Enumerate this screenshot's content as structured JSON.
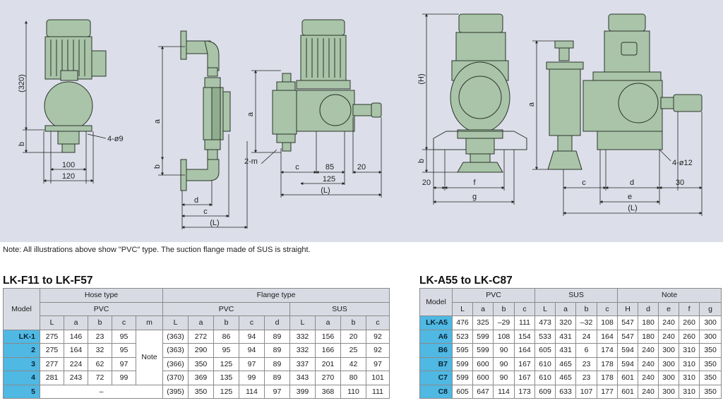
{
  "drawing": {
    "dims": {
      "d320": "(320)",
      "b": "b",
      "d4_9": "4-ø9",
      "d100": "100",
      "d120": "120",
      "a": "a",
      "d": "d",
      "c": "c",
      "L": "(L)",
      "m2": "2-m",
      "d85": "85",
      "d20": "20",
      "d125": "125",
      "H": "(H)",
      "f": "f",
      "g": "g",
      "e": "e",
      "d30": "30",
      "d4_12": "4-ø12"
    },
    "colors": {
      "pump_fill": "#a9c4a8",
      "pump_stroke": "#2b342b",
      "panel_bg": "#dcdfe9",
      "model_cell": "#4fb8e3",
      "header_cell": "#d9dbe4"
    }
  },
  "note": "Note: All illustrations above show \"PVC\" type. The suction flange made of SUS is straight.",
  "left": {
    "title": "LK-F11 to LK-F57",
    "h_model": "Model",
    "h_hose": "Hose type",
    "h_flange": "Flange type",
    "h_pvc": "PVC",
    "h_pvc2": "PVC",
    "h_sus": "SUS",
    "cols": [
      "L",
      "a",
      "b",
      "c",
      "m",
      "L",
      "a",
      "b",
      "c",
      "d",
      "L",
      "a",
      "b",
      "c"
    ],
    "note_label": "Note",
    "dash": "–",
    "rows": [
      {
        "model": "LK-1",
        "hose": [
          "275",
          "146",
          "23",
          "95"
        ],
        "pvc": [
          "(363)",
          "272",
          "86",
          "94",
          "89"
        ],
        "sus": [
          "332",
          "156",
          "20",
          "92"
        ]
      },
      {
        "model": "2",
        "hose": [
          "275",
          "164",
          "32",
          "95"
        ],
        "pvc": [
          "(363)",
          "290",
          "95",
          "94",
          "89"
        ],
        "sus": [
          "332",
          "166",
          "25",
          "92"
        ]
      },
      {
        "model": "3",
        "hose": [
          "277",
          "224",
          "62",
          "97"
        ],
        "pvc": [
          "(366)",
          "350",
          "125",
          "97",
          "89"
        ],
        "sus": [
          "337",
          "201",
          "42",
          "97"
        ]
      },
      {
        "model": "4",
        "hose": [
          "281",
          "243",
          "72",
          "99"
        ],
        "pvc": [
          "(370)",
          "369",
          "135",
          "99",
          "89"
        ],
        "sus": [
          "343",
          "270",
          "80",
          "101"
        ]
      },
      {
        "model": "5",
        "hose": [],
        "pvc": [
          "(395)",
          "350",
          "125",
          "114",
          "97"
        ],
        "sus": [
          "399",
          "368",
          "110",
          "111"
        ]
      }
    ]
  },
  "right": {
    "title": "LK-A55 to LK-C87",
    "h_model": "Model",
    "h_pvc": "PVC",
    "h_sus": "SUS",
    "h_note": "Note",
    "cols": [
      "L",
      "a",
      "b",
      "c",
      "L",
      "a",
      "b",
      "c",
      "H",
      "d",
      "e",
      "f",
      "g"
    ],
    "rows": [
      {
        "model": "LK-A5",
        "v": [
          "476",
          "325",
          "–29",
          "111",
          "473",
          "320",
          "–32",
          "108",
          "547",
          "180",
          "240",
          "260",
          "300"
        ]
      },
      {
        "model": "A6",
        "v": [
          "523",
          "599",
          "108",
          "154",
          "533",
          "431",
          "24",
          "164",
          "547",
          "180",
          "240",
          "260",
          "300"
        ]
      },
      {
        "model": "B6",
        "v": [
          "595",
          "599",
          "90",
          "164",
          "605",
          "431",
          "6",
          "174",
          "594",
          "240",
          "300",
          "310",
          "350"
        ]
      },
      {
        "model": "B7",
        "v": [
          "599",
          "600",
          "90",
          "167",
          "610",
          "465",
          "23",
          "178",
          "594",
          "240",
          "300",
          "310",
          "350"
        ]
      },
      {
        "model": "C7",
        "v": [
          "599",
          "600",
          "90",
          "167",
          "610",
          "465",
          "23",
          "178",
          "601",
          "240",
          "300",
          "310",
          "350"
        ]
      },
      {
        "model": "C8",
        "v": [
          "605",
          "647",
          "114",
          "173",
          "609",
          "633",
          "107",
          "177",
          "601",
          "240",
          "300",
          "310",
          "350"
        ]
      }
    ]
  }
}
